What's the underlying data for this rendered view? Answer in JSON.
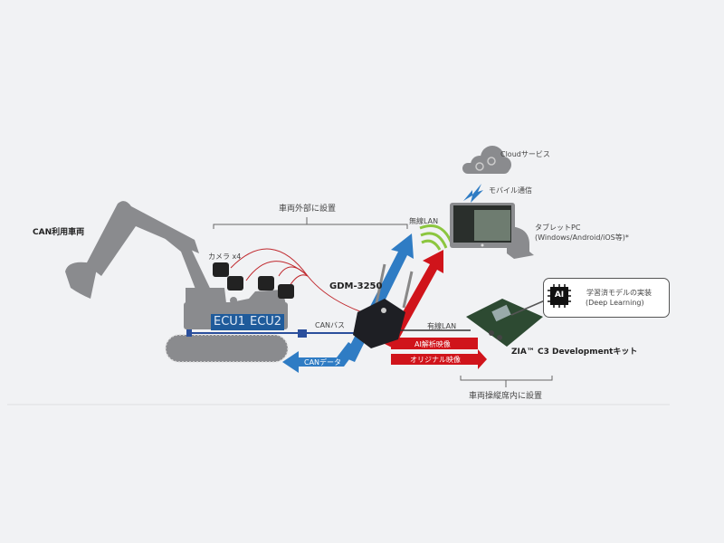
{
  "diagram": {
    "vehicle_label": "CAN利用車両",
    "exterior_install_label": "車両外部に設置",
    "camera_label": "カメラ x4",
    "ecu_labels": [
      "ECU1",
      "ECU2"
    ],
    "can_bus_label": "CANバス",
    "can_data_label": "CANデータ",
    "gateway_label": "GDM-3250",
    "wireless_lan_label": "無線LAN",
    "wired_lan_label": "有線LAN",
    "ai_video_label": "AI解析映像",
    "original_video_label": "オリジナル映像",
    "dev_kit_label": "ZIA™ C3 Developmentキット",
    "cabin_install_label": "車両操縦席内に設置",
    "cloud_label": "Cloudサービス",
    "mobile_label": "モバイル通信",
    "tablet_label": "タブレットPC",
    "tablet_os_label": "(Windows/Android/iOS等)*",
    "ai_chip_text": "AI",
    "ai_model_label": "学習済モデルの実装",
    "ai_model_sub": "(Deep Learning)",
    "colors": {
      "blue": "#2f7cc4",
      "red": "#d0141b",
      "gray": "#8a8b8e",
      "ecu_blue": "#1f5b9b",
      "wifi_green": "#8cc63f"
    }
  }
}
